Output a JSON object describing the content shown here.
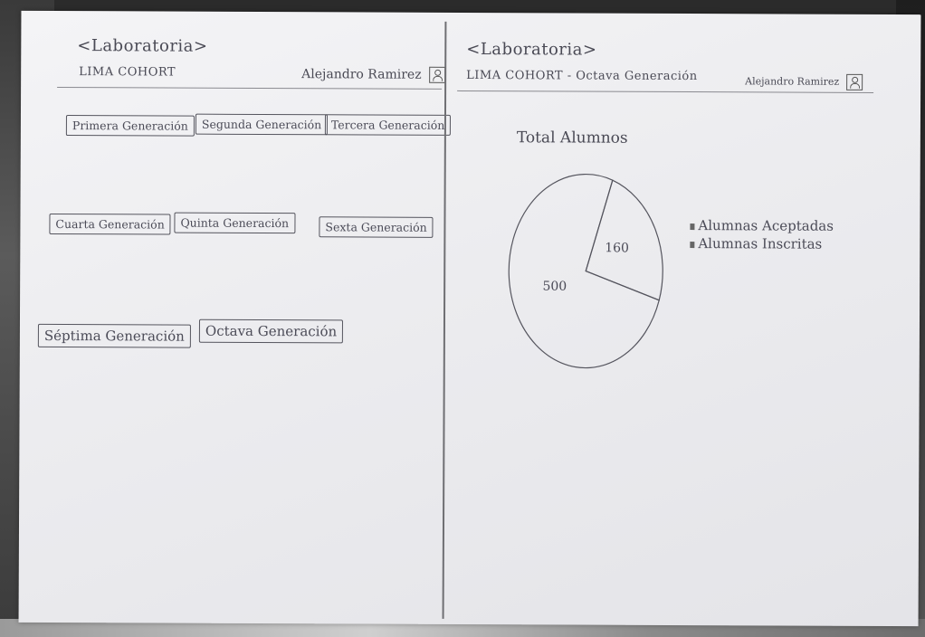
{
  "left_screen": {
    "logo": "<Laboratoria>",
    "cohort": "LIMA COHORT",
    "user_name": "Alejandro Ramirez",
    "generations": [
      "Primera Generación",
      "Segunda Generación",
      "Tercera Generación",
      "Cuarta Generación",
      "Quinta Generación",
      "Sexta Generación",
      "Séptima Generación",
      "Octava Generación"
    ]
  },
  "right_screen": {
    "logo": "<Laboratoria>",
    "cohort": "LIMA COHORT - Octava Generación",
    "user_name": "Alejandro Ramirez",
    "chart_title": "Total Alumnos"
  },
  "chart_data": {
    "type": "pie",
    "title": "Total Alumnos",
    "slices": [
      {
        "label": "Alumnas Aceptadas",
        "value": 160
      },
      {
        "label": "Alumnas Inscritas",
        "value": 500
      }
    ],
    "value_labels": [
      "160",
      "500"
    ],
    "legend": [
      "Alumnas Aceptadas",
      "Alumnas Inscritas"
    ],
    "legend_position": "right"
  }
}
